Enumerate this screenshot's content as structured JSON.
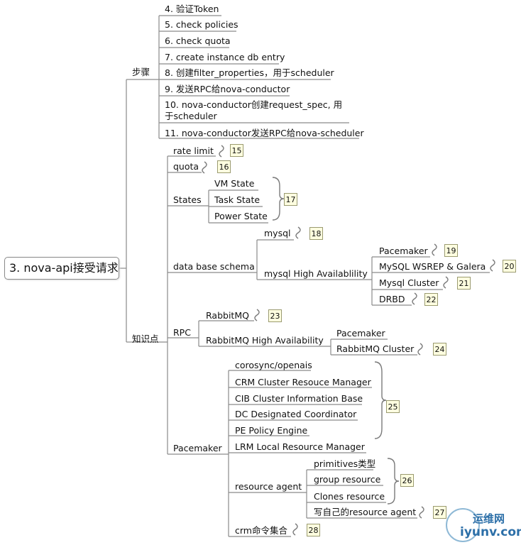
{
  "root": "3. nova-api接受请求",
  "branches": {
    "steps": "步骤",
    "knowledge": "知识点"
  },
  "steps": [
    "4. 验证Token",
    "5. check policies",
    "6. check quota",
    "7. create instance db entry",
    "8. 创建filter_properties，用于scheduler",
    "9. 发送RPC给nova-conductor",
    "10. nova-conductor创建request_spec, 用于scheduler",
    "11. nova-conductor发送RPC给nova-scheduler"
  ],
  "knowledge": {
    "rate_limit": "rate limit",
    "quota": "quota",
    "states": "States",
    "states_items": [
      "VM State",
      "Task State",
      "Power State"
    ],
    "db_schema": "data base schema",
    "mysql": "mysql",
    "mysql_ha": "mysql High Availablility",
    "mysql_ha_items": [
      "Pacemaker",
      "MySQL WSREP & Galera",
      "Mysql Cluster",
      "DRBD"
    ],
    "rpc": "RPC",
    "rabbitmq": "RabbitMQ",
    "rabbitmq_ha": "RabbitMQ High Availability",
    "rabbitmq_ha_items": [
      "Pacemaker",
      "RabbitMQ Cluster"
    ],
    "pacemaker": "Pacemaker",
    "pacemaker_items": [
      "corosync/openais",
      "CRM Cluster Resouce Manager",
      "CIB Cluster Information Base",
      "DC Designated Coordinator",
      "PE Policy Engine",
      "LRM Local Resource Manager"
    ],
    "resource_agent": "resource agent",
    "resource_agent_items": [
      "primitives类型",
      "group resource",
      "Clones resource",
      "写自己的resource agent"
    ],
    "crm": "crm命令集合"
  },
  "badges": {
    "b15": "15",
    "b16": "16",
    "b17": "17",
    "b18": "18",
    "b19": "19",
    "b20": "20",
    "b21": "21",
    "b22": "22",
    "b23": "23",
    "b24": "24",
    "b25": "25",
    "b26": "26",
    "b27": "27",
    "b28": "28"
  },
  "watermark": {
    "cn": "运维网",
    "en": "iyunv.com"
  },
  "colors": {
    "line": "#8a8a8a",
    "badge_bg": "#ffffe0"
  }
}
